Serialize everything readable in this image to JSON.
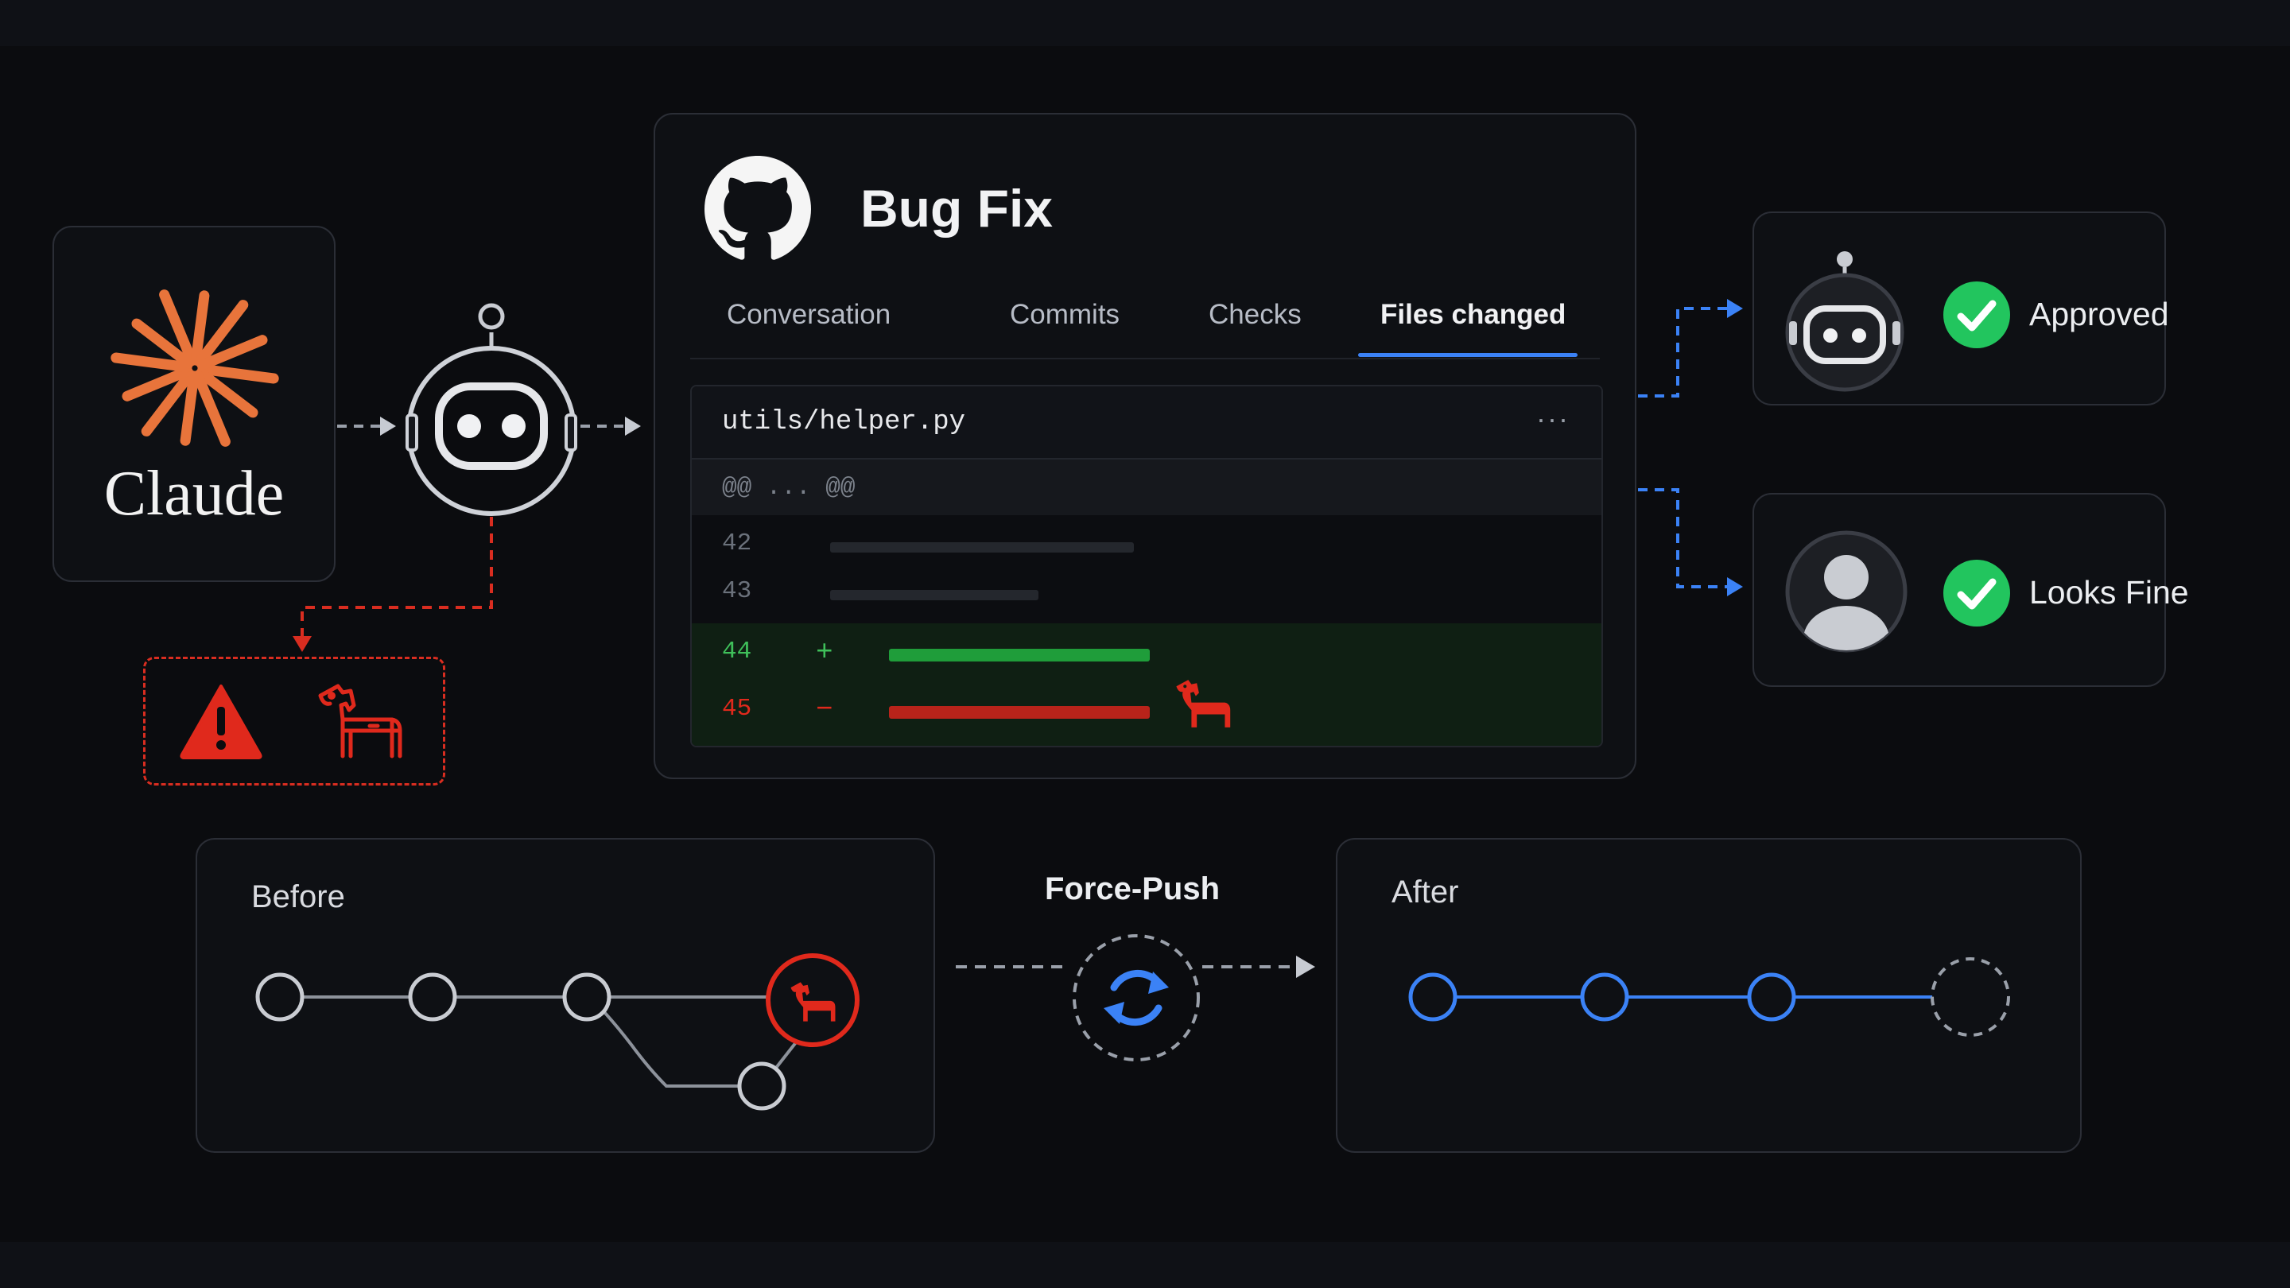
{
  "claude": {
    "name": "Claude",
    "accent": "#e8743b"
  },
  "pr": {
    "title": "Bug Fix",
    "tabs": [
      {
        "label": "Conversation",
        "active": false
      },
      {
        "label": "Commits",
        "active": false
      },
      {
        "label": "Checks",
        "active": false
      },
      {
        "label": "Files changed",
        "active": true
      }
    ],
    "file": "utils/helper.py",
    "more": "···",
    "hunk": "@@ ... @@",
    "lines": [
      {
        "num": "42",
        "sign": "",
        "kind": "context"
      },
      {
        "num": "43",
        "sign": "",
        "kind": "context"
      },
      {
        "num": "44",
        "sign": "+",
        "kind": "added"
      },
      {
        "num": "45",
        "sign": "−",
        "kind": "removed"
      }
    ]
  },
  "reviews": [
    {
      "reviewer": "bot",
      "label": "Approved"
    },
    {
      "reviewer": "human",
      "label": "Looks Fine"
    }
  ],
  "history": {
    "before_label": "Before",
    "after_label": "After",
    "action_label": "Force-Push"
  },
  "colors": {
    "link_blue": "#3b82f6",
    "danger_red": "#d92d20",
    "ok_green": "#22c55e",
    "add_green": "#1f9d3a"
  },
  "icons": [
    "github-icon",
    "robot-icon",
    "warning-icon",
    "trojan-horse-icon",
    "check-icon",
    "user-icon",
    "sync-icon",
    "claude-starburst-icon"
  ]
}
